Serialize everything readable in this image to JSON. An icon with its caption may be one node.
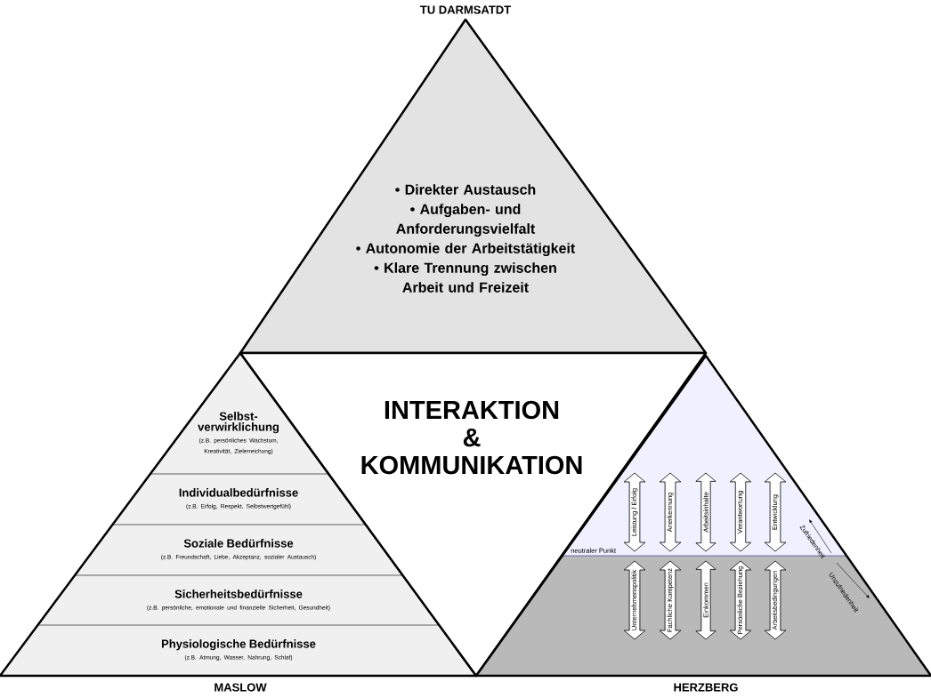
{
  "diagram": {
    "nodes": [
      {
        "text": [
          "TU DARMSATDT",
          "• Direkter Austausch",
          "• Aufgaben- und Anforderungsvielfalt",
          "• Autonomie der Arbeitstätigkeit",
          "• Klare Trennung zwischen Arbeit und Freizeit"
        ]
      },
      {
        "text": [
          "MASLOW"
        ]
      },
      {
        "text": [
          "Selbst- verwirklichung",
          "(z.B. persönliches Wachstum, Kreativität, Zielerreichung)"
        ],
        "in": 1
      },
      {
        "text": [
          "Individualbedürfnisse",
          "(z.B. Erfolg, Respekt, Selbstwertgefühl)"
        ],
        "in": 1
      },
      {
        "text": [
          "Soziale Bedürfnisse",
          "(z.B. Freundschaft, Liebe, Akzeptanz, sozialer Austausch)"
        ],
        "in": 1
      },
      {
        "text": [
          "Sicherheitsbedürfnisse",
          "(z.B. persönliche, emotionale und finanzielle Sicherheit, Gesundheit)"
        ],
        "in": 1
      },
      {
        "text": [
          "Physiologische Bedürfnisse",
          "(z.B. Atmung, Wasser, Nahrung, Schlaf)"
        ],
        "in": 1
      },
      {
        "text": [
          "INTERAKTION",
          "&",
          "KOMMUNIKATION"
        ]
      },
      {
        "text": [
          "HERZBERG"
        ]
      },
      {
        "text": [
          "Leistung / Erfolg"
        ],
        "in": 8
      },
      {
        "text": [
          "Anerkennung"
        ],
        "in": 8
      },
      {
        "text": [
          "Arbeitsinhalte"
        ],
        "in": 8
      },
      {
        "text": [
          "Verantwortung"
        ],
        "in": 8
      },
      {
        "text": [
          "Entwicklung"
        ],
        "in": 8
      },
      {
        "text": [
          "Unternehmenspolitik"
        ],
        "in": 8
      },
      {
        "text": [
          "Fachliche Kompetenz"
        ],
        "in": 8
      },
      {
        "text": [
          "Einkommen"
        ],
        "in": 8
      },
      {
        "text": [
          "Persönliche Beziehung"
        ],
        "in": 8
      },
      {
        "text": [
          "Arbeitsbedingungen"
        ],
        "in": 8
      }
    ],
    "labels": [
      "neutraler Punkt",
      "Zufriedenheit",
      "Unzufriedenheit"
    ]
  }
}
